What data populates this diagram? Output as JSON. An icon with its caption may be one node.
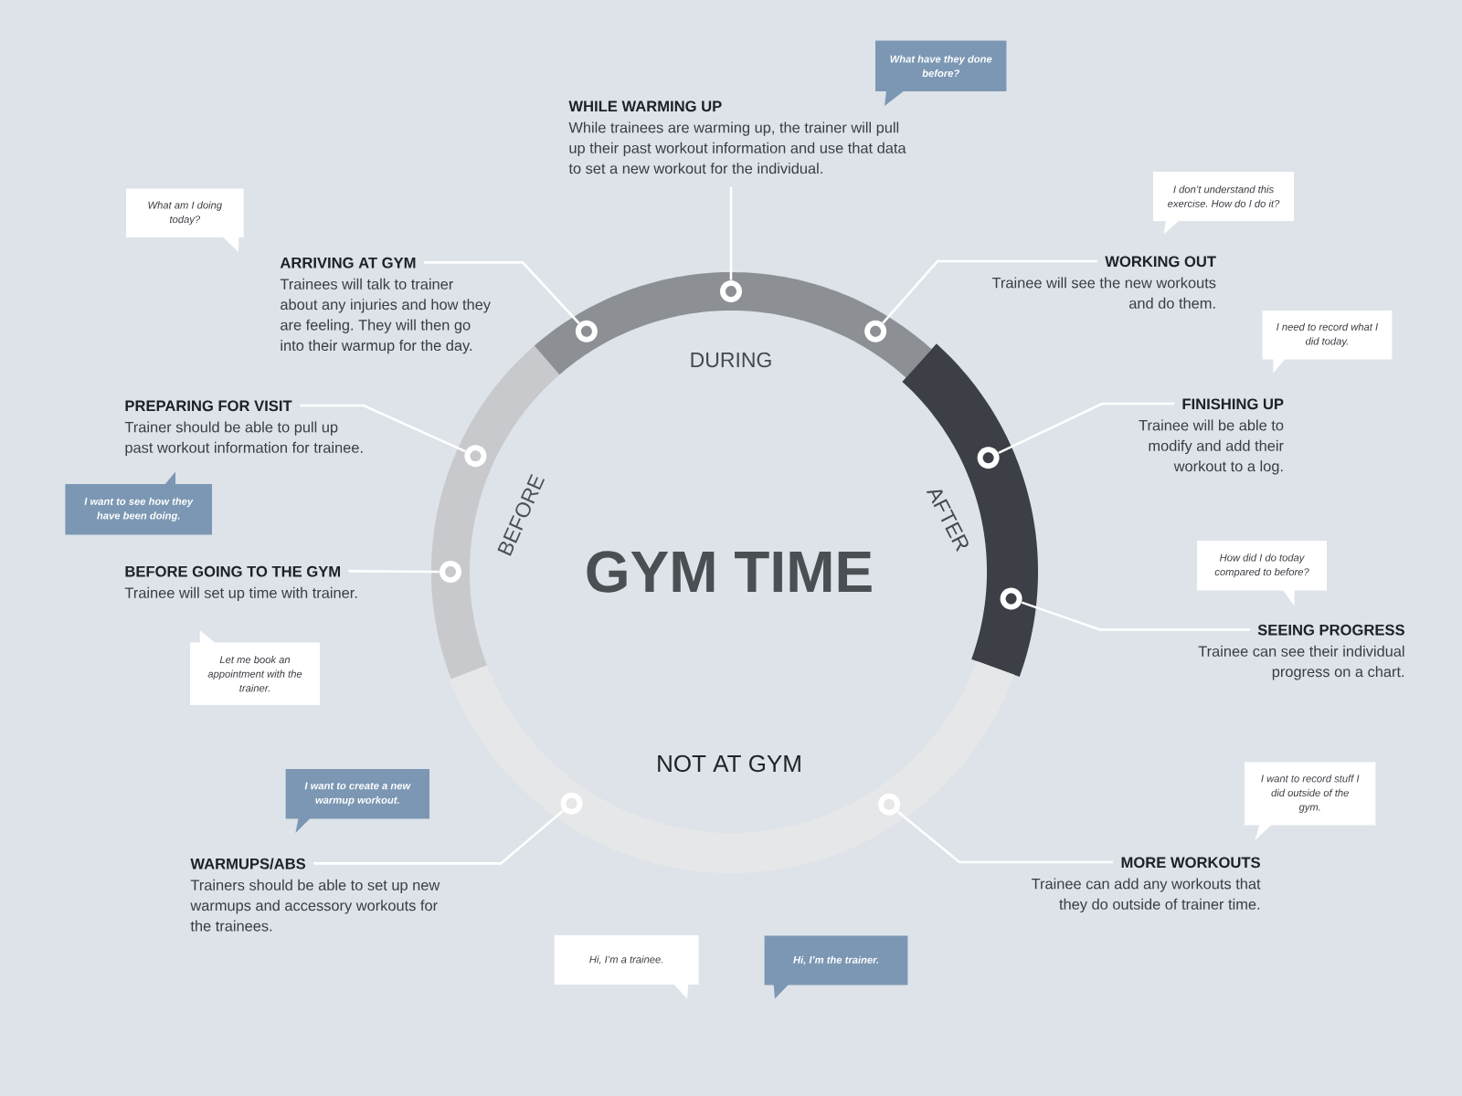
{
  "diagram": {
    "title": "GYM TIME",
    "nodes": [
      {
        "text": [
          "BEFORE"
        ]
      },
      {
        "text": [],
        "shape": "circle",
        "in": 0
      },
      {
        "text": [],
        "shape": "circle",
        "in": 0
      },
      {
        "text": [
          "DURING"
        ]
      },
      {
        "text": [],
        "shape": "circle",
        "in": 3
      },
      {
        "text": [],
        "shape": "circle",
        "in": 3
      },
      {
        "text": [],
        "shape": "circle",
        "in": 3
      },
      {
        "text": [
          "AFTER"
        ]
      },
      {
        "text": [],
        "shape": "circle",
        "in": 7
      },
      {
        "text": [],
        "shape": "circle",
        "in": 7
      },
      {
        "text": [
          "NOT AT GYM"
        ]
      },
      {
        "text": [],
        "shape": "circle",
        "in": 10
      },
      {
        "text": [],
        "shape": "circle",
        "in": 10
      },
      {
        "text": [
          "WHILE WARMING UP",
          "While trainees are warming up, the trainer will pull up their past workout information and use that data to set a new workout for the individual."
        ]
      },
      {
        "text": [
          "ARRIVING AT GYM",
          "Trainees will talk to trainer about any injuries and how they are feeling. They will then go into their warmup for the day."
        ]
      },
      {
        "text": [
          "WORKING OUT",
          "Trainee will see the new workouts and do them."
        ]
      },
      {
        "text": [
          "PREPARING FOR VISIT",
          "Trainer should be able to pull up past workout information for trainee."
        ]
      },
      {
        "text": [
          "FINISHING UP",
          "Trainee will be able to modify and add their workout to a log."
        ]
      },
      {
        "text": [
          "BEFORE GOING TO THE GYM",
          "Trainee will set up time with trainer."
        ]
      },
      {
        "text": [
          "SEEING PROGRESS",
          "Trainee can see their individual progress on a chart."
        ]
      },
      {
        "text": [
          "WARMUPS/ABS",
          "Trainers should be able to set up new warmups and accessory workouts for the trainees."
        ]
      },
      {
        "text": [
          "MORE WORKOUTS",
          "Trainee can add any workouts that they do outside of trainer time."
        ]
      },
      {
        "text": [
          "What have they done before?"
        ]
      },
      {
        "text": [
          "I don’t understand this exercise. How do I do it?"
        ]
      },
      {
        "text": [
          "What am I doing today?"
        ]
      },
      {
        "text": [
          "I need to record what I did today."
        ]
      },
      {
        "text": [
          "I want to see how they have been doing."
        ]
      },
      {
        "text": [
          "How did I do today compared to before?"
        ]
      },
      {
        "text": [
          "Let me book an appointment with the trainer."
        ]
      },
      {
        "text": [
          "I want to create a new warmup workout."
        ]
      },
      {
        "text": [
          "I want to record stuff I did outside of the gym."
        ]
      },
      {
        "text": [
          "Hi, I’m a trainee."
        ]
      },
      {
        "text": [
          "Hi, I’m the trainer."
        ]
      }
    ],
    "edges": [
      {
        "from": 13,
        "to": 5,
        "arrow": "none"
      },
      {
        "from": 14,
        "to": 4,
        "arrow": "none"
      },
      {
        "from": 15,
        "to": 6,
        "arrow": "none"
      },
      {
        "from": 16,
        "to": 1,
        "arrow": "none"
      },
      {
        "from": 17,
        "to": 8,
        "arrow": "none"
      },
      {
        "from": 18,
        "to": 2,
        "arrow": "none"
      },
      {
        "from": 19,
        "to": 9,
        "arrow": "none"
      },
      {
        "from": 20,
        "to": 11,
        "arrow": "none"
      },
      {
        "from": 21,
        "to": 12,
        "arrow": "none"
      }
    ]
  }
}
